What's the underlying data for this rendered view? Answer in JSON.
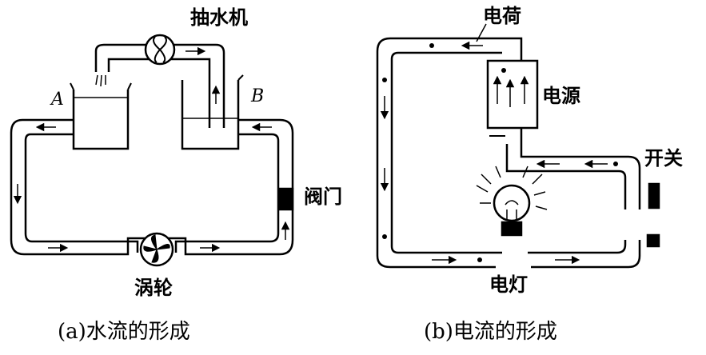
{
  "water_diagram": {
    "pump_label": "抽水机",
    "tank_a_label": "A",
    "tank_b_label": "B",
    "valve_label": "阀门",
    "turbine_label": "涡轮",
    "caption": "(a)水流的形成"
  },
  "electric_diagram": {
    "charge_label": "电荷",
    "source_label": "电源",
    "switch_label": "开关",
    "lamp_label": "电灯",
    "caption": "(b)电流的形成"
  },
  "colors": {
    "ink": "#000000",
    "paper": "#ffffff"
  }
}
